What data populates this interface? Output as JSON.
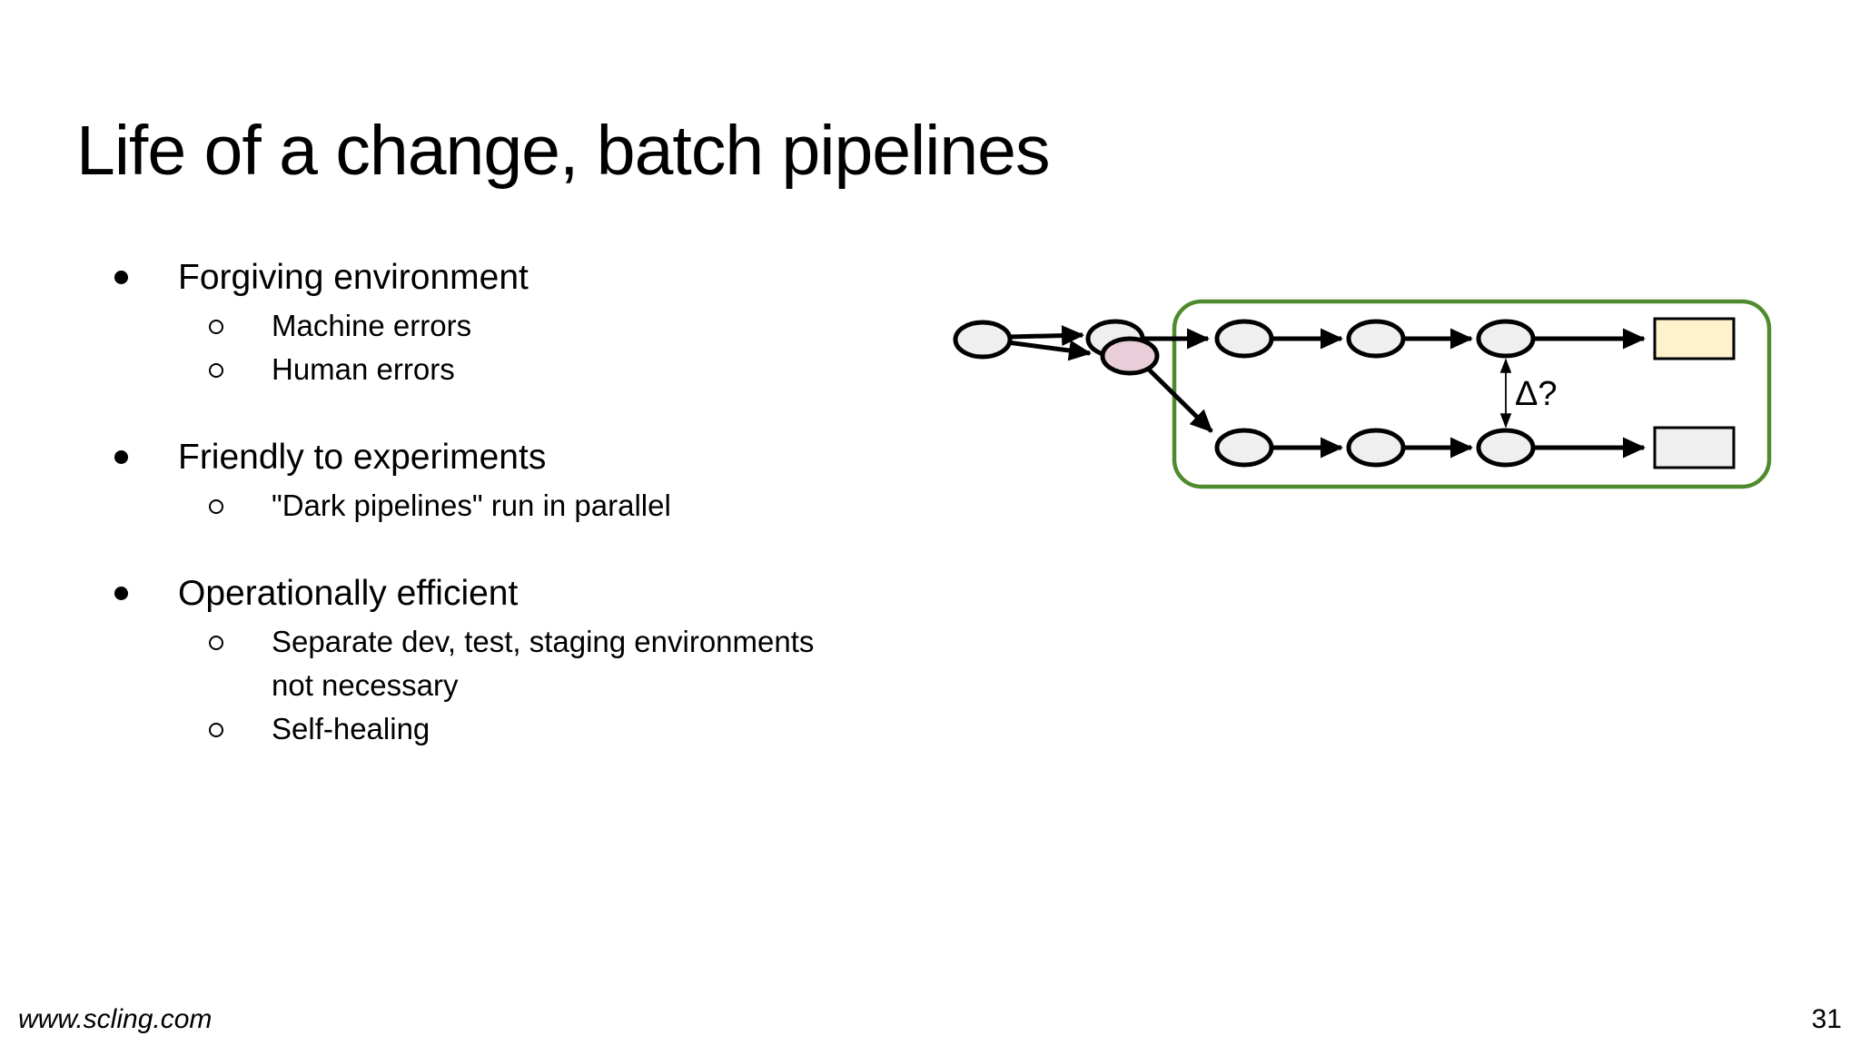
{
  "slide": {
    "title": "Life of a change, batch pipelines",
    "bullets": [
      {
        "label": "Forgiving environment",
        "subs": [
          [
            "Machine errors"
          ],
          [
            "Human errors"
          ]
        ]
      },
      {
        "label": "Friendly to experiments",
        "subs": [
          [
            "\"Dark pipelines\" run in parallel"
          ]
        ]
      },
      {
        "label": "Operationally efficient",
        "subs": [
          [
            "Separate dev, test, staging environments",
            "not necessary"
          ],
          [
            "Self-healing"
          ]
        ]
      }
    ],
    "footer": {
      "website": "www.scling.com",
      "page_number": "31"
    }
  },
  "diagram": {
    "delta_label": "Δ?",
    "colors": {
      "node_fill": "#efefef",
      "changed_node_fill": "#e9cdd8",
      "box_stroke": "#4e8b2e",
      "output_new_fill": "#fdf2cc",
      "output_old_fill": "#efefef"
    }
  }
}
